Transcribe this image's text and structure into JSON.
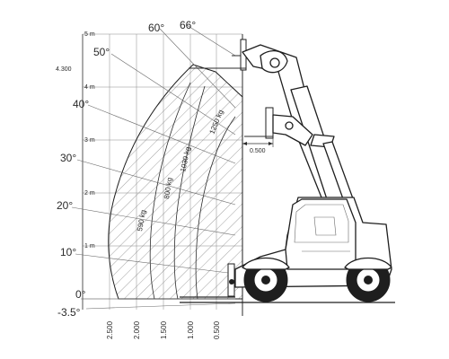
{
  "y_axis": {
    "ticks": [
      "5 m",
      "4 m",
      "3 m",
      "2 m",
      "1 m"
    ],
    "marker": "4.300"
  },
  "x_axis": {
    "ticks": [
      "2.500",
      "2.000",
      "1.500",
      "1.000",
      "0.500"
    ]
  },
  "angles": [
    "66°",
    "60°",
    "50°",
    "40°",
    "30°",
    "20°",
    "10°",
    "0°",
    "-3.5°"
  ],
  "load_zones": [
    "1250 kg",
    "1030 kg",
    "800 kg",
    "590 kg"
  ],
  "reach_dimension": "0.500"
}
